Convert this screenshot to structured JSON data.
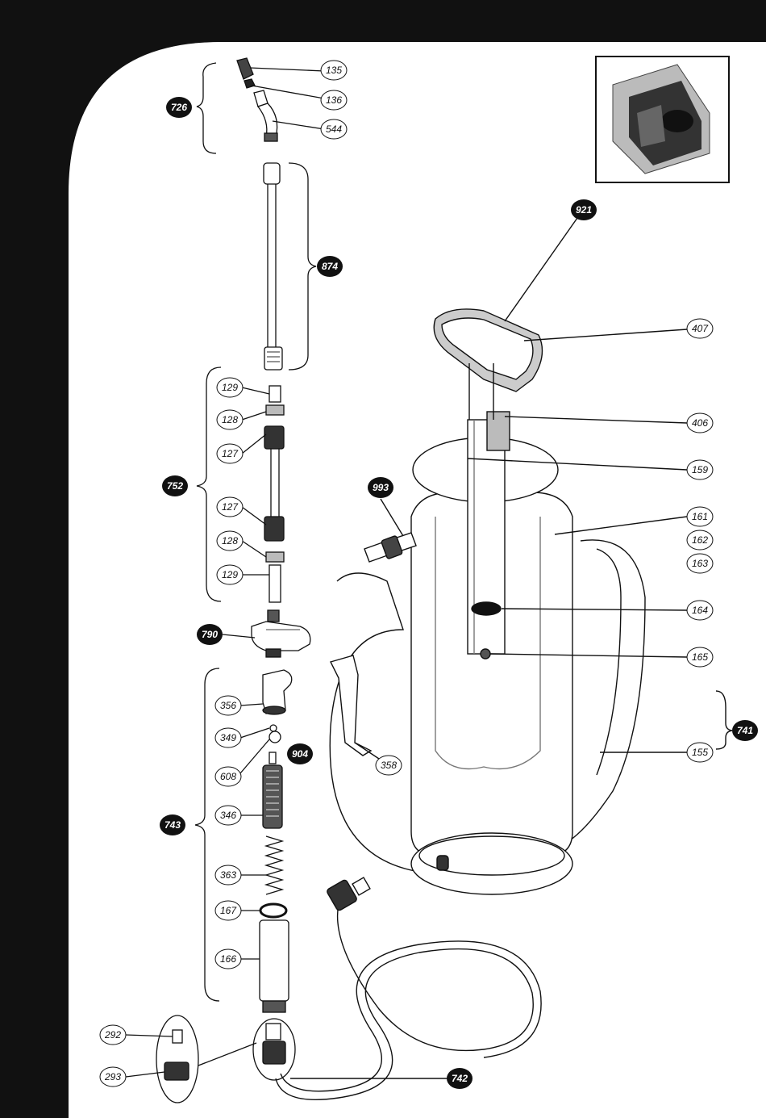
{
  "diagram": {
    "callouts_circle": [
      {
        "id": "135",
        "text": "135"
      },
      {
        "id": "136",
        "text": "136"
      },
      {
        "id": "544",
        "text": "544"
      },
      {
        "id": "407",
        "text": "407"
      },
      {
        "id": "406",
        "text": "406"
      },
      {
        "id": "159",
        "text": "159"
      },
      {
        "id": "161",
        "text": "161"
      },
      {
        "id": "162",
        "text": "162"
      },
      {
        "id": "163",
        "text": "163"
      },
      {
        "id": "164",
        "text": "164"
      },
      {
        "id": "165",
        "text": "165"
      },
      {
        "id": "155",
        "text": "155"
      },
      {
        "id": "129a",
        "text": "129"
      },
      {
        "id": "128a",
        "text": "128"
      },
      {
        "id": "127a",
        "text": "127"
      },
      {
        "id": "127b",
        "text": "127"
      },
      {
        "id": "128b",
        "text": "128"
      },
      {
        "id": "129b",
        "text": "129"
      },
      {
        "id": "356",
        "text": "356"
      },
      {
        "id": "349",
        "text": "349"
      },
      {
        "id": "608",
        "text": "608"
      },
      {
        "id": "346",
        "text": "346"
      },
      {
        "id": "363",
        "text": "363"
      },
      {
        "id": "167",
        "text": "167"
      },
      {
        "id": "166",
        "text": "166"
      },
      {
        "id": "358",
        "text": "358"
      },
      {
        "id": "292",
        "text": "292"
      },
      {
        "id": "293",
        "text": "293"
      }
    ],
    "callouts_filled": [
      {
        "id": "726",
        "text": "726"
      },
      {
        "id": "874",
        "text": "874"
      },
      {
        "id": "752",
        "text": "752"
      },
      {
        "id": "790",
        "text": "790"
      },
      {
        "id": "743",
        "text": "743"
      },
      {
        "id": "904",
        "text": "904"
      },
      {
        "id": "921",
        "text": "921"
      },
      {
        "id": "993",
        "text": "993"
      },
      {
        "id": "741",
        "text": "741"
      },
      {
        "id": "742",
        "text": "742"
      }
    ]
  }
}
